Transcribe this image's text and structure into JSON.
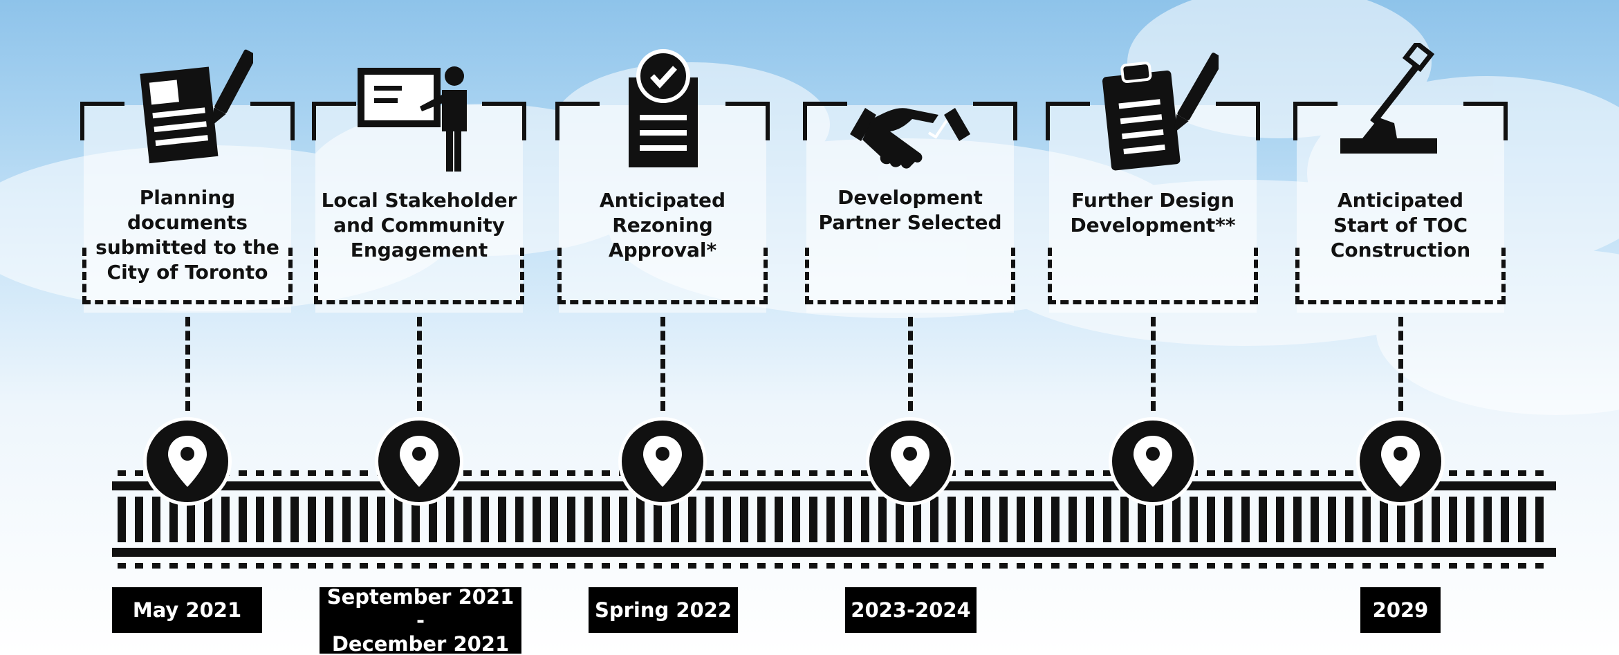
{
  "milestones": [
    {
      "label": "Planning\ndocuments\nsubmitted to the\nCity of Toronto",
      "icon": "document-pen-icon",
      "date": "May 2021"
    },
    {
      "label": "Local Stakeholder\nand Community\nEngagement",
      "icon": "presenter-board-icon",
      "date": "September 2021 -\nDecember 2021"
    },
    {
      "label": "Anticipated\nRezoning\nApproval*",
      "icon": "checklist-approval-icon",
      "date": "Spring 2022"
    },
    {
      "label": "Development\nPartner Selected",
      "icon": "handshake-icon",
      "date": "2023-2024"
    },
    {
      "label": "Further Design\nDevelopment**",
      "icon": "clipboard-pen-icon",
      "date": ""
    },
    {
      "label": "Anticipated\nStart of TOC\nConstruction",
      "icon": "shovel-icon",
      "date": "2029"
    }
  ],
  "colors": {
    "ink": "#111111",
    "sky_top": "#8ec3ea",
    "sky_bottom": "#ffffff"
  }
}
